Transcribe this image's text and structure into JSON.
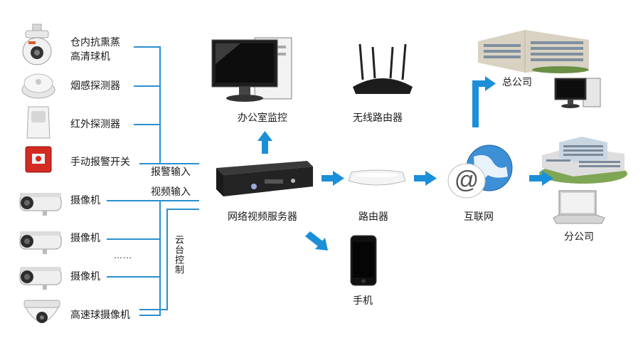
{
  "left_devices": {
    "dome_camera_label": "仓内抗熏蒸\n高清球机",
    "smoke_detector_label": "烟感探测器",
    "infrared_detector_label": "红外探测器",
    "manual_alarm_label": "手动报警开关",
    "camera1_label": "摄像机",
    "camera2_label": "摄像机",
    "ellipsis": "……",
    "camera3_label": "摄像机",
    "speed_dome_label": "高速球摄像机"
  },
  "signals": {
    "alarm_input": "报警输入",
    "video_input": "视频输入",
    "ptz_control": "云台控制"
  },
  "center": {
    "office_monitor_label": "办公室监控",
    "wireless_router_label": "无线路由器",
    "video_server_label": "网络视频服务器",
    "router_label": "路由器",
    "phone_label": "手机",
    "internet_label": "互联网"
  },
  "right": {
    "headquarters_label": "总公司",
    "branch_label": "分公司"
  },
  "colors": {
    "line": "#2a8fd0",
    "arrow": "#1b8fd8"
  }
}
